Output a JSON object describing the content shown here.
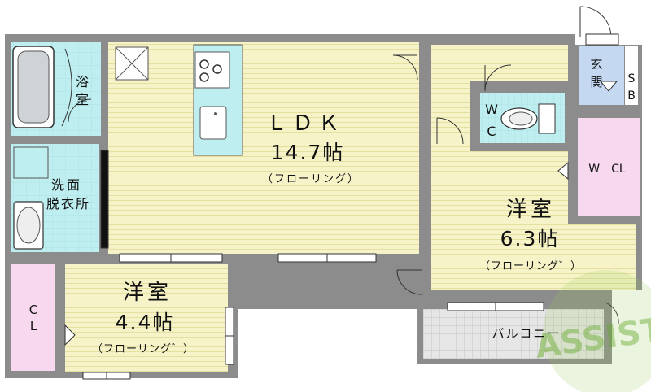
{
  "rooms": {
    "ldk": {
      "name": "ＬＤＫ",
      "size": "14.7帖",
      "floor": "（フローリング）"
    },
    "western_6": {
      "name": "洋室",
      "size": "6.3帖",
      "floor": "（フローリング゛）"
    },
    "western_4": {
      "name": "洋室",
      "size": "4.4帖",
      "floor": "（フローリング゛）"
    },
    "bath": {
      "line1": "浴",
      "line2": "室"
    },
    "washroom": {
      "line1": "洗面",
      "line2": "脱衣所"
    },
    "wc": {
      "line1": "W",
      "line2": "C"
    },
    "entrance": {
      "line1": "玄",
      "line2": "関"
    },
    "sb": {
      "line1": "S",
      "line2": "B"
    },
    "wcl": {
      "label": "W－CL"
    },
    "cl": {
      "line1": "C",
      "line2": "L"
    },
    "balcony": {
      "label": "バルコニー"
    }
  },
  "watermark": {
    "text": "ASSIST"
  },
  "colors": {
    "floor": "#f6f3c9",
    "wood_lines": "#e6e0a0",
    "closet": "#f7d8ee",
    "wet": "#bfeef0",
    "entrance": "#c5d8f2",
    "balcony": "#dcdcdc",
    "wall": "#8c8c8c",
    "watermark": "#9ac95a"
  }
}
